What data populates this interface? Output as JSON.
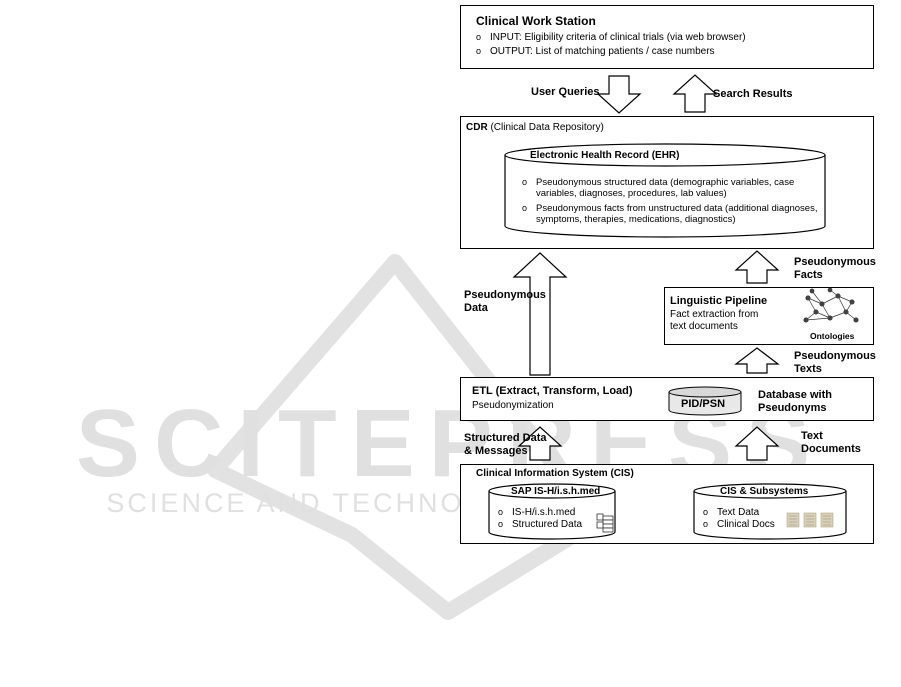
{
  "watermark": {
    "brand": "SCITEPRESS",
    "tagline": "SCIENCE AND TECHNOLOGY PUBLICATIONS",
    "color": "#dcdcdc"
  },
  "workstation": {
    "title": "Clinical Work Station",
    "input": "INPUT: Eligibility criteria of clinical trials (via web browser)",
    "output": "OUTPUT: List of matching patients / case numbers"
  },
  "flows": {
    "user_queries": "User Queries",
    "search_results": "Search Results",
    "pseudo_facts": [
      "Pseudonymous",
      "Facts"
    ],
    "pseudo_data": [
      "Pseudonymous",
      "Data"
    ],
    "pseudo_texts": [
      "Pseudonymous",
      "Texts"
    ],
    "structured": [
      "Structured Data",
      "& Messages"
    ],
    "text_docs": [
      "Text",
      "Documents"
    ]
  },
  "cdr": {
    "title_bold": "CDR",
    "title_rest": " (Clinical Data Repository)",
    "ehr_title": "Electronic Health Record (EHR)",
    "bullet1": [
      "Pseudonymous structured data (demographic variables, case",
      "variables, diagnoses, procedures, lab values)"
    ],
    "bullet2": [
      "Pseudonymous facts from unstructured data (additional diagnoses,",
      "symptoms, therapies, medications, diagnostics)"
    ]
  },
  "pipeline": {
    "title": "Linguistic Pipeline",
    "desc": [
      "Fact extraction from",
      "text documents"
    ],
    "ontologies": "Ontologies"
  },
  "etl": {
    "title": "ETL (Extract, Transform, Load)",
    "subtitle": "Pseudonymization",
    "db_label": "PID/PSN",
    "db_desc": [
      "Database with",
      "Pseudonyms"
    ]
  },
  "cis": {
    "title": "Clinical Information System (CIS)",
    "sap_title": "SAP IS-H/i.s.h.med",
    "sap_items": [
      "IS-H/i.s.h.med",
      "Structured Data"
    ],
    "sub_title": "CIS & Subsystems",
    "sub_items": [
      "Text Data",
      "Clinical Docs"
    ]
  }
}
